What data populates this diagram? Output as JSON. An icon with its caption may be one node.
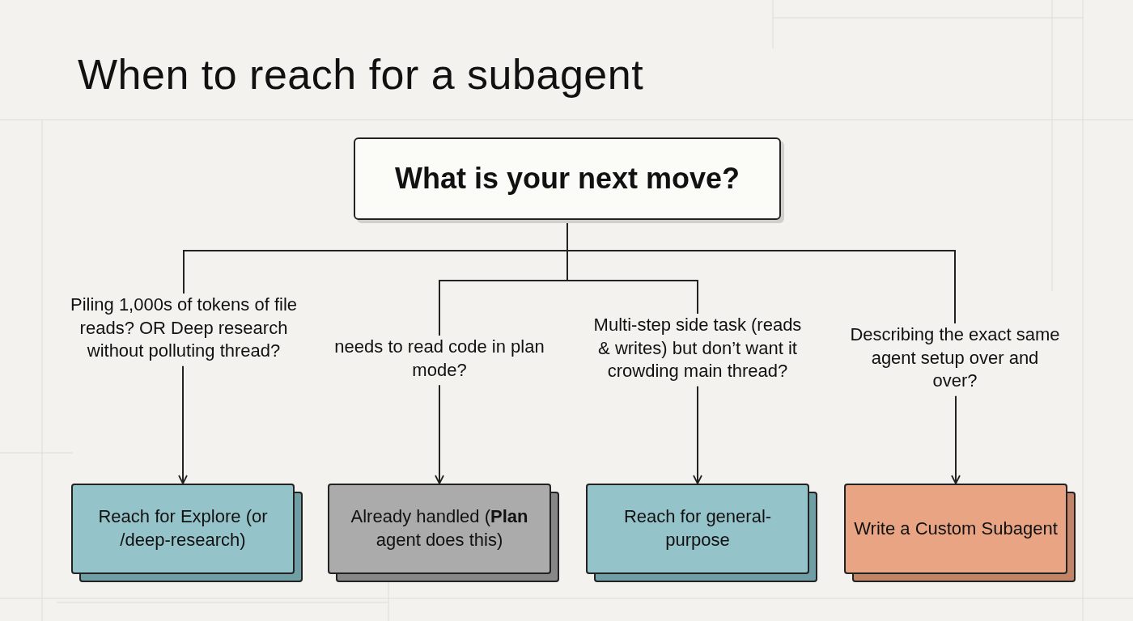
{
  "diagram": {
    "title": "When to reach for a subagent",
    "nodes": [
      {
        "text": [
          "What is your next move?"
        ]
      },
      {
        "text": [
          "Piling 1,000s of tokens of file reads? OR Deep research without polluting thread?"
        ]
      },
      {
        "text": [
          "needs to read code in plan mode?"
        ]
      },
      {
        "text": [
          "Multi-step side task (reads & writes) but don’t want it crowding main thread?"
        ]
      },
      {
        "text": [
          "Describing the exact same agent setup over and over?"
        ]
      },
      {
        "text": [
          "Reach for Explore (or /deep-research)"
        ]
      },
      {
        "text": [
          "Already handled (**Plan** agent does this)"
        ]
      },
      {
        "text": [
          "Reach for general-purpose"
        ]
      },
      {
        "text": [
          "Write a Custom Subagent"
        ]
      }
    ],
    "edges": [
      {
        "from": 0,
        "to": 1,
        "arrow": "none"
      },
      {
        "from": 0,
        "to": 2,
        "arrow": "none"
      },
      {
        "from": 0,
        "to": 3,
        "arrow": "none"
      },
      {
        "from": 0,
        "to": 4,
        "arrow": "none"
      },
      {
        "from": 1,
        "to": 5,
        "arrow": "to"
      },
      {
        "from": 2,
        "to": 6,
        "arrow": "to"
      },
      {
        "from": 3,
        "to": 7,
        "arrow": "to"
      },
      {
        "from": 4,
        "to": 8,
        "arrow": "to"
      }
    ]
  }
}
